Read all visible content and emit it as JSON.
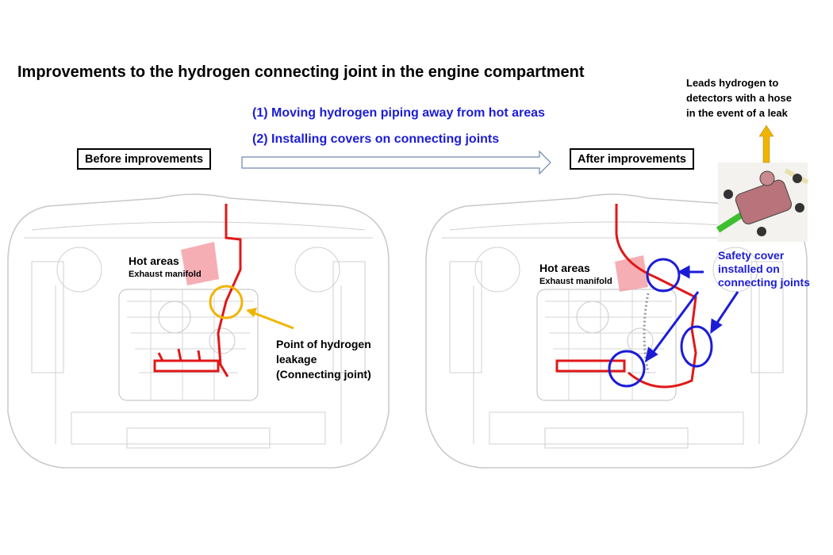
{
  "title": "Improvements to the hydrogen connecting joint in the engine compartment",
  "steps": [
    "(1) Moving hydrogen piping away from hot areas",
    "(2) Installing covers on connecting joints"
  ],
  "before": {
    "label": "Before improvements",
    "hot_areas": "Hot areas",
    "exhaust_manifold": "Exhaust manifold",
    "leak_point": [
      "Point of hydrogen",
      "leakage",
      "(Connecting joint)"
    ]
  },
  "after": {
    "label": "After improvements",
    "hot_areas": "Hot areas",
    "exhaust_manifold": "Exhaust manifold",
    "safety_cover": [
      "Safety cover",
      "installed on",
      "connecting joints"
    ],
    "leads_note": [
      "Leads hydrogen to",
      "detectors with a hose",
      "in the event of a leak"
    ]
  },
  "colors": {
    "pipe": "#e01818",
    "leak_marker": "#f0b400",
    "cover_marker": "#1c1cd6",
    "hot_area": "#f4a0a8",
    "arrow": "#6f86b0"
  }
}
